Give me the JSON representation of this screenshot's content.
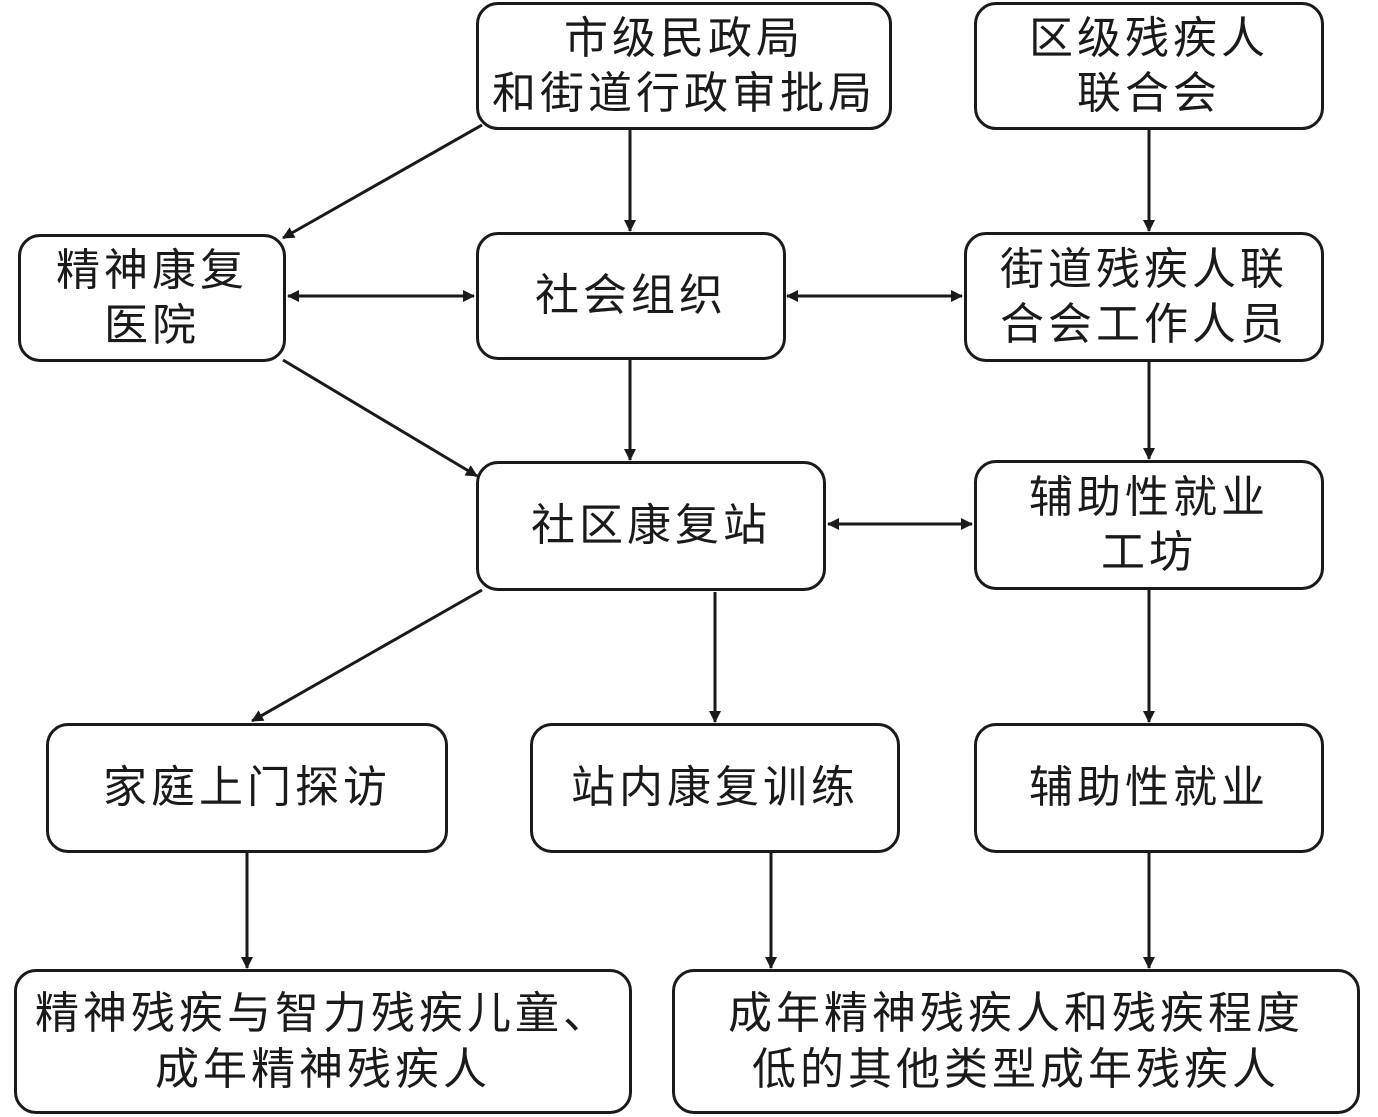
{
  "nodes": {
    "city_civil": "市级民政局\n和街道行政审批局",
    "district_dpf": "区级残疾人\n联合会",
    "mental_hospital": "精神康复\n医院",
    "social_org": "社会组织",
    "street_dpf_staff": "街道残疾人联\n合会工作人员",
    "community_station": "社区康复站",
    "workshop": "辅助性就业\n工坊",
    "home_visit": "家庭上门探访",
    "station_training": "站内康复训练",
    "assisted_employment": "辅助性就业",
    "target_children": "精神残疾与智力残疾儿童、\n成年精神残疾人",
    "target_adults": "成年精神残疾人和残疾程度\n低的其他类型成年残疾人"
  },
  "colors": {
    "stroke": "#1a1a1a",
    "background": "#ffffff"
  }
}
